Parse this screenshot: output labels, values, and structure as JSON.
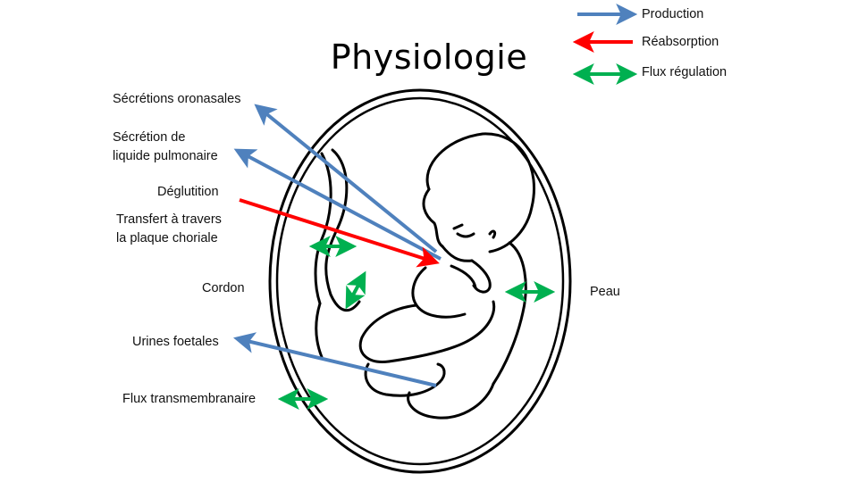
{
  "title": "Physiologie",
  "legend": [
    {
      "label": "Production",
      "color": "#4f81bd"
    },
    {
      "label": "Réabsorption",
      "color": "#ff0000"
    },
    {
      "label": "Flux régulation",
      "color": "#00b050"
    }
  ],
  "labels": {
    "oronasal": "Sécrétions oronasales",
    "pulmonary_line1": "Sécrétion de",
    "pulmonary_line2": "liquide pulmonaire",
    "swallowing": "Déglutition",
    "chorial_line1": "Transfert à travers",
    "chorial_line2": "la plaque choriale",
    "cord": "Cordon",
    "urine": "Urines foetales",
    "transmembrane": "Flux transmembranaire",
    "skin": "Peau"
  }
}
